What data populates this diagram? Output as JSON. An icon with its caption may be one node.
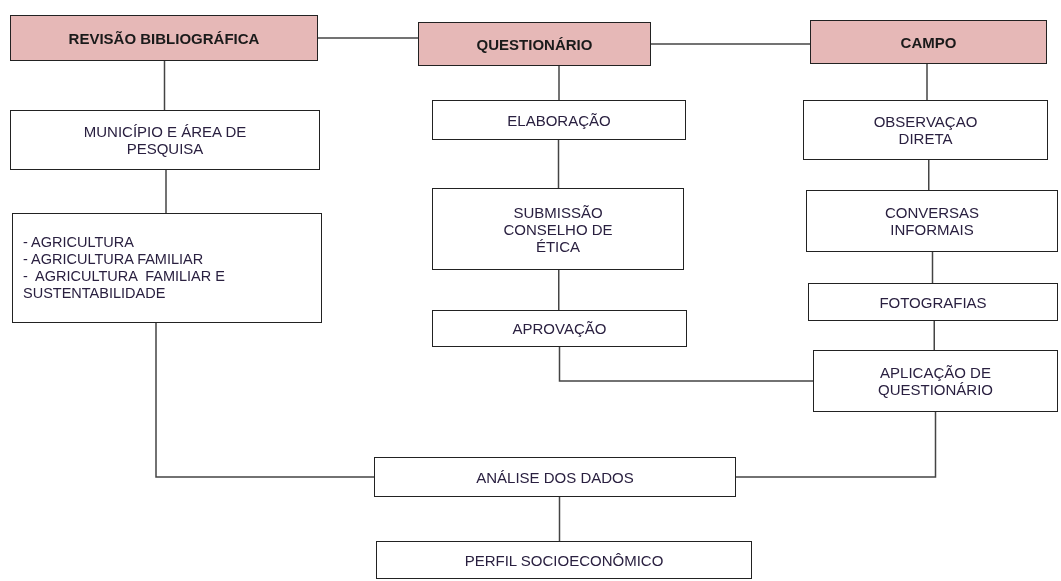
{
  "diagram": {
    "nodes": [
      {
        "text": [
          "REVISÃO BIBLIOGRÁFICA"
        ]
      },
      {
        "text": [
          "QUESTIONÁRIO"
        ]
      },
      {
        "text": [
          "CAMPO"
        ]
      },
      {
        "text": [
          "MUNICÍPIO E ÁREA DE PESQUISA"
        ]
      },
      {
        "text": [
          "- AGRICULTURA",
          "- AGRICULTURA FAMILIAR",
          "-  AGRICULTURA  FAMILIAR E SUSTENTABILIDADE"
        ]
      },
      {
        "text": [
          "ELABORAÇÃO"
        ]
      },
      {
        "text": [
          "SUBMISSÃO CONSELHO DE ÉTICA"
        ]
      },
      {
        "text": [
          "APROVAÇÃO"
        ]
      },
      {
        "text": [
          "OBSERVAÇAO DIRETA"
        ]
      },
      {
        "text": [
          "CONVERSAS INFORMAIS"
        ]
      },
      {
        "text": [
          "FOTOGRAFIAS"
        ]
      },
      {
        "text": [
          "APLICAÇÃO DE QUESTIONÁRIO"
        ]
      },
      {
        "text": [
          "ANÁLISE DOS DADOS"
        ]
      },
      {
        "text": [
          "PERFIL SOCIOECONÔMICO"
        ]
      }
    ],
    "edges": [
      {
        "from": 0,
        "to": 1,
        "arrow": "none"
      },
      {
        "from": 1,
        "to": 2,
        "arrow": "none"
      },
      {
        "from": 0,
        "to": 3,
        "arrow": "none"
      },
      {
        "from": 3,
        "to": 4,
        "arrow": "none"
      },
      {
        "from": 4,
        "to": 12,
        "arrow": "none"
      },
      {
        "from": 1,
        "to": 5,
        "arrow": "none"
      },
      {
        "from": 5,
        "to": 6,
        "arrow": "none"
      },
      {
        "from": 6,
        "to": 7,
        "arrow": "none"
      },
      {
        "from": 7,
        "to": 11,
        "arrow": "none"
      },
      {
        "from": 2,
        "to": 8,
        "arrow": "none"
      },
      {
        "from": 8,
        "to": 9,
        "arrow": "none"
      },
      {
        "from": 9,
        "to": 10,
        "arrow": "none"
      },
      {
        "from": 10,
        "to": 11,
        "arrow": "none"
      },
      {
        "from": 11,
        "to": 12,
        "arrow": "none"
      },
      {
        "from": 12,
        "to": 13,
        "arrow": "none"
      }
    ]
  }
}
